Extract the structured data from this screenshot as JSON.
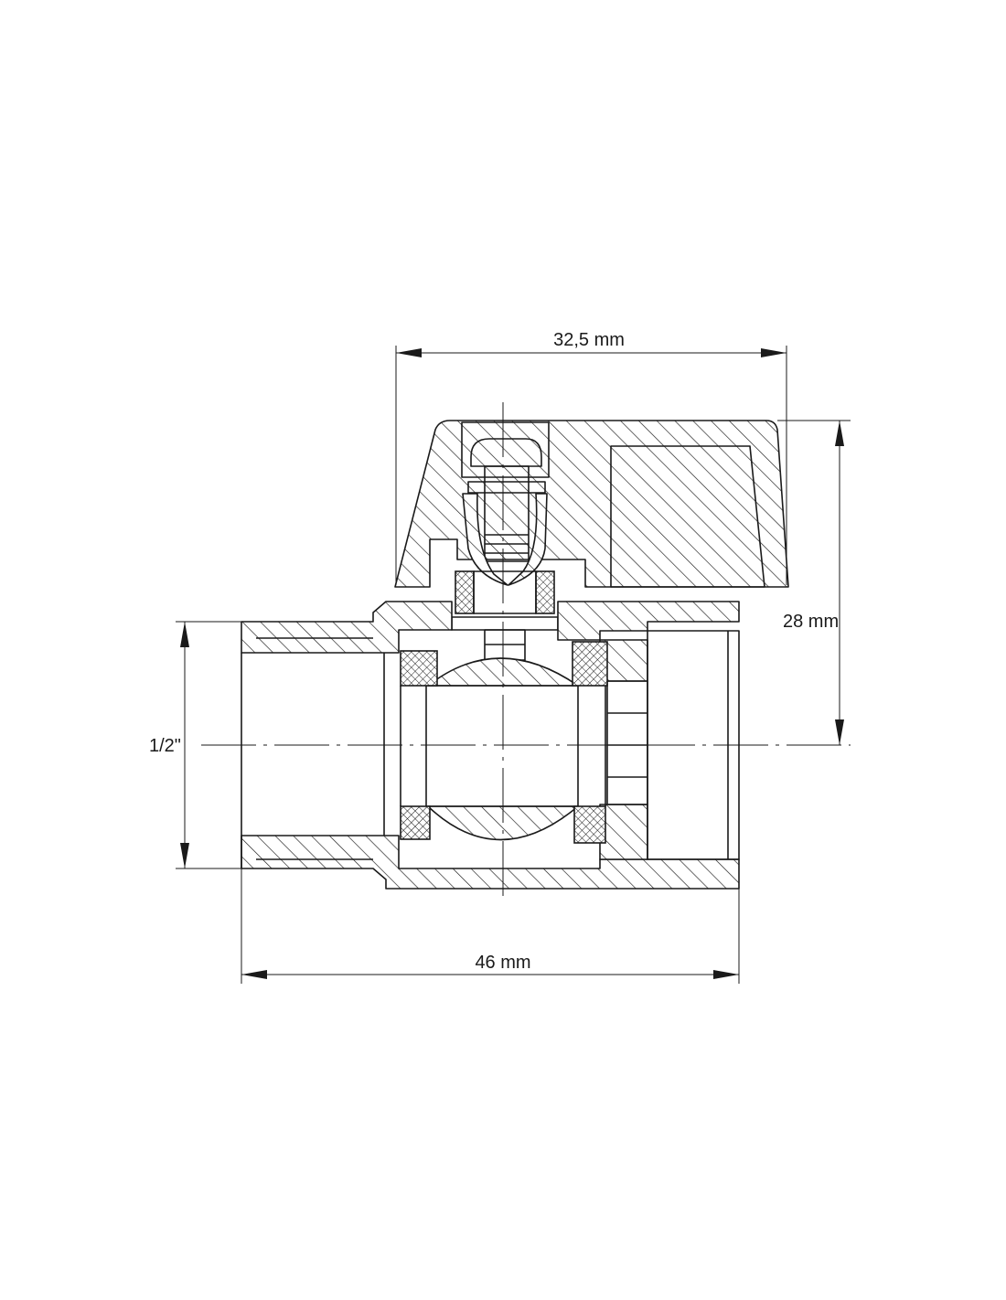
{
  "dimensions": {
    "handle_width": "32,5 mm",
    "height_to_axis": "28 mm",
    "thread_size": "1/2\"",
    "overall_length": "46 mm"
  },
  "colors": {
    "line": "#1a1a1a",
    "background": "#ffffff"
  }
}
